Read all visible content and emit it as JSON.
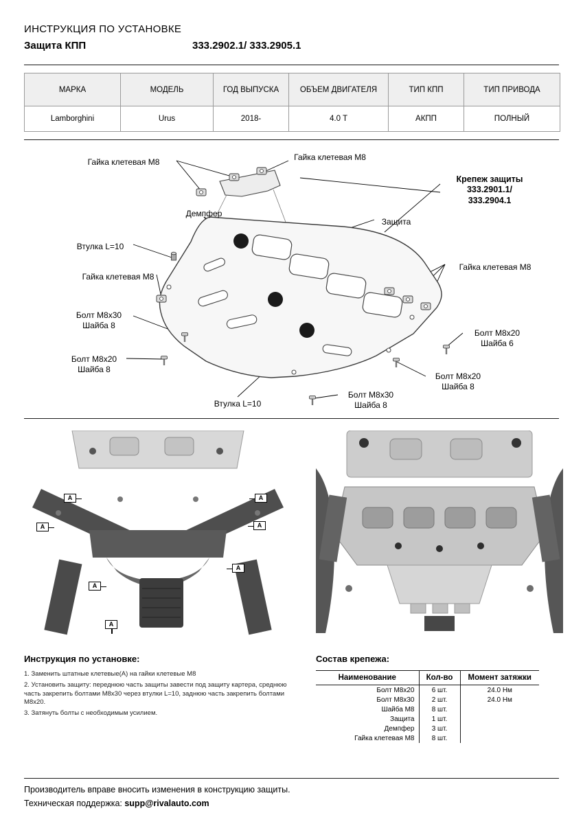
{
  "header": {
    "title": "ИНСТРУКЦИЯ ПО УСТАНОВКЕ",
    "product": "Защита КПП",
    "part_numbers": "333.2902.1/ 333.2905.1"
  },
  "spec_table": {
    "headers": [
      "МАРКА",
      "МОДЕЛЬ",
      "ГОД ВЫПУСКА",
      "ОБЪЕМ ДВИГАТЕЛЯ",
      "ТИП КПП",
      "ТИП ПРИВОДА"
    ],
    "row": [
      "Lamborghini",
      "Urus",
      "2018-",
      "4.0 T",
      "АКПП",
      "ПОЛНЫЙ"
    ]
  },
  "diagram": {
    "labels": {
      "l1": "Гайка клетевая М8",
      "l2": "Гайка клетевая М8",
      "l3": "Крепеж защиты\n333.2901.1/\n333.2904.1",
      "l4": "Демпфер",
      "l5": "Защита",
      "l6": "Втулка L=10",
      "l7": "Гайка клетевая М8",
      "l8": "Гайка клетевая М8",
      "l9": "Болт М8х30\nШайба 8",
      "l10": "Болт М8х20\nШайба 6",
      "l11": "Болт М8х20\nШайба 8",
      "l12": "Болт М8х20\nШайба 8",
      "l13": "Болт М8х30\nШайба 8",
      "l14": "Втулка L=10"
    }
  },
  "photos": {
    "marker_label": "А"
  },
  "instructions": {
    "title": "Инструкция по установке:",
    "steps": [
      "1. Заменить штатные клетевые(А) на гайки клетевые М8",
      "2. Установить защиту: переднюю часть защиты завести под защиту картера, среднюю часть закрепить болтами М8х30 через втулки L=10, заднюю часть закрепить болтами М8х20.",
      "3. Затянуть болты с необходимым усилием."
    ]
  },
  "hardware": {
    "title": "Состав крепежа:",
    "headers": [
      "Наименование",
      "Кол-во",
      "Момент затяжки"
    ],
    "rows": [
      [
        "Болт М8х20",
        "6 шт.",
        "24.0 Нм"
      ],
      [
        "Болт М8х30",
        "2 шт.",
        "24.0 Нм"
      ],
      [
        "Шайба М8",
        "8 шт.",
        ""
      ],
      [
        "Защита",
        "1 шт.",
        ""
      ],
      [
        "Демпфер",
        "3 шт.",
        ""
      ],
      [
        "Гайка клетевая М8",
        "8 шт.",
        ""
      ]
    ]
  },
  "footer": {
    "line1": "Производитель вправе вносить изменения в конструкцию защиты.",
    "support_label": "Техническая поддержка: ",
    "support_email": "supp@rivalauto.com"
  }
}
